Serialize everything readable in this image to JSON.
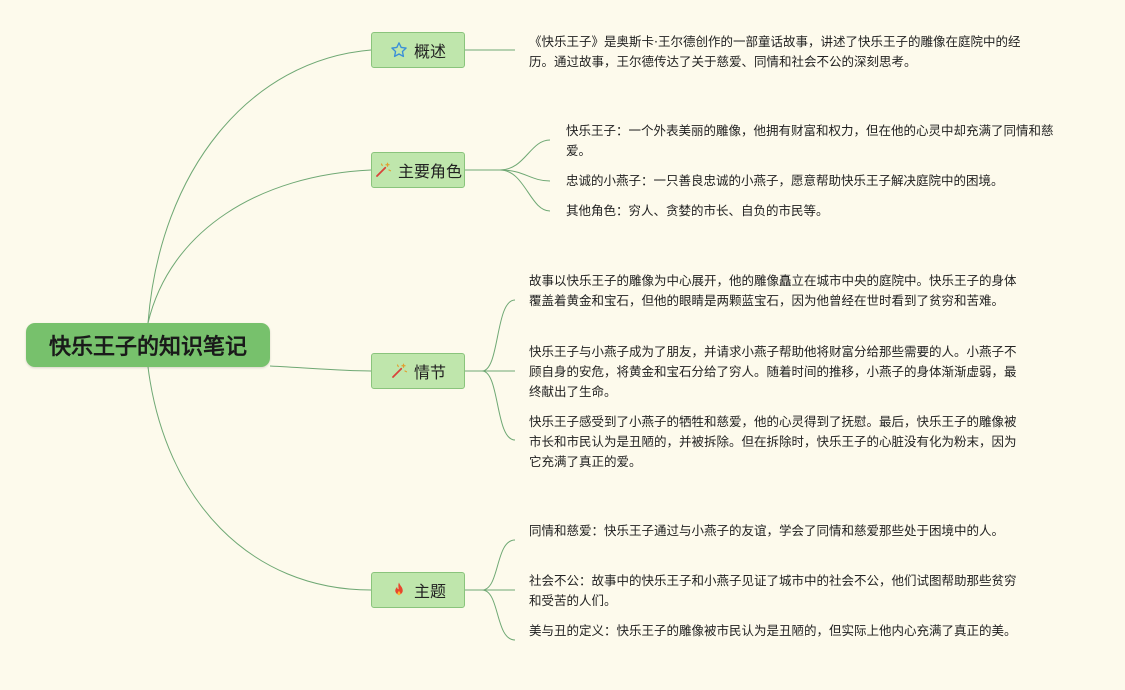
{
  "root": {
    "title": "快乐王子的知识笔记"
  },
  "branches": [
    {
      "label": "概述",
      "icon": "star-icon",
      "leaves": [
        "《快乐王子》是奥斯卡·王尔德创作的一部童话故事，讲述了快乐王子的雕像在庭院中的经历。通过故事，王尔德传达了关于慈爱、同情和社会不公的深刻思考。"
      ]
    },
    {
      "label": "主要角色",
      "icon": "magic-wand-icon",
      "leaves": [
        "快乐王子：一个外表美丽的雕像，他拥有财富和权力，但在他的心灵中却充满了同情和慈爱。",
        "忠诚的小燕子：一只善良忠诚的小燕子，愿意帮助快乐王子解决庭院中的困境。",
        "其他角色：穷人、贪婪的市长、自负的市民等。"
      ]
    },
    {
      "label": "情节",
      "icon": "magic-wand-icon",
      "leaves": [
        "故事以快乐王子的雕像为中心展开，他的雕像矗立在城市中央的庭院中。快乐王子的身体覆盖着黄金和宝石，但他的眼睛是两颗蓝宝石，因为他曾经在世时看到了贫穷和苦难。",
        "快乐王子与小燕子成为了朋友，并请求小燕子帮助他将财富分给那些需要的人。小燕子不顾自身的安危，将黄金和宝石分给了穷人。随着时间的推移，小燕子的身体渐渐虚弱，最终献出了生命。",
        "快乐王子感受到了小燕子的牺牲和慈爱，他的心灵得到了抚慰。最后，快乐王子的雕像被市长和市民认为是丑陋的，并被拆除。但在拆除时，快乐王子的心脏没有化为粉末，因为它充满了真正的爱。"
      ]
    },
    {
      "label": "主题",
      "icon": "fire-icon",
      "leaves": [
        "同情和慈爱：快乐王子通过与小燕子的友谊，学会了同情和慈爱那些处于困境中的人。",
        "社会不公：故事中的快乐王子和小燕子见证了城市中的社会不公，他们试图帮助那些贫穷和受苦的人们。",
        "美与丑的定义：快乐王子的雕像被市民认为是丑陋的，但实际上他内心充满了真正的美。"
      ]
    }
  ],
  "colors": {
    "background": "#fdfaec",
    "root_fill": "#77c16c",
    "branch_fill": "#bfe6ac",
    "branch_border": "#8ac47c",
    "connector": "#6fa874",
    "star": "#3a8fd8",
    "wand": "#d9433a",
    "fire": "#e8452c"
  }
}
